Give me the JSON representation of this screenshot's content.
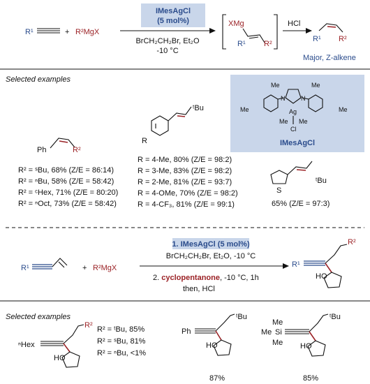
{
  "top": {
    "reactant1_label": "R¹",
    "plus": "+",
    "reagent": "R²MgX",
    "catalyst": "IMesAgCl",
    "loading": "(5 mol%)",
    "conditions_line1": "BrCH₂CH₂Br, Et₂O",
    "conditions_line2": "-10 °C",
    "intermediate_mg": "XMg",
    "intermediate_r1": "R¹",
    "intermediate_r2": "R²",
    "acid": "HCl",
    "product_r1": "R¹",
    "product_r2": "R²",
    "product_note": "Major, Z-alkene"
  },
  "section1": {
    "heading": "Selected examples",
    "ex1": {
      "ph": "Ph",
      "r2": "R²",
      "rows": [
        "R² = ˢBu, 68%  (Z/E = 86:14)",
        "R² = ⁿBu, 58%  (Z/E = 58:42)",
        "R² = ᶜHex, 71%  (Z/E = 80:20)",
        "R² = ⁿOct, 73%  (Z/E = 58:42)"
      ]
    },
    "ex2": {
      "r": "R",
      "tbu": "ᵗBu",
      "rows": [
        "R = 4-Me, 80%  (Z/E = 98:2)",
        "R = 3-Me, 83%  (Z/E = 98:2)",
        "R = 2-Me, 81%  (Z/E = 93:7)",
        "R = 4-OMe, 70%  (Z/E = 98:2)",
        "R = 4-CF₃, 81%  (Z/E = 99:1)"
      ]
    },
    "catalyst_box": {
      "name": "IMesAgCl",
      "me": "Me",
      "n": "N",
      "ag": "Ag",
      "cl": "Cl"
    },
    "ex3": {
      "s": "S",
      "tbu": "ᵗBu",
      "yield": "65% (Z/E = 97:3)"
    }
  },
  "middle": {
    "r1": "R¹",
    "plus": "+",
    "reagent": "R²MgX",
    "step1": "1. IMesAgCl (5 mol%)",
    "step1_conditions": "BrCH₂CH₂Br, Et₂O, -10 °C",
    "step2_prefix": "2.",
    "step2_reagent": "cyclopentanone",
    "step2_suffix": ", -10 °C, 1h",
    "step2_then": "then, HCl",
    "product_r1": "R¹",
    "product_r2": "R²",
    "product_oh": "HO"
  },
  "section2": {
    "heading": "Selected examples",
    "ex1": {
      "hex": "ⁿHex",
      "r2": "R²",
      "oh": "HO",
      "rows": [
        "R² = ᵗBu, 85%",
        "R² = ˢBu, 81%",
        "R² = ⁿBu, <1%"
      ]
    },
    "ex2": {
      "ph": "Ph",
      "tbu": "ᵗBu",
      "oh": "HO",
      "yield": "87%"
    },
    "ex3": {
      "me": "Me",
      "si": "Si",
      "tbu": "ᵗBu",
      "oh": "HO",
      "yield": "85%"
    }
  }
}
